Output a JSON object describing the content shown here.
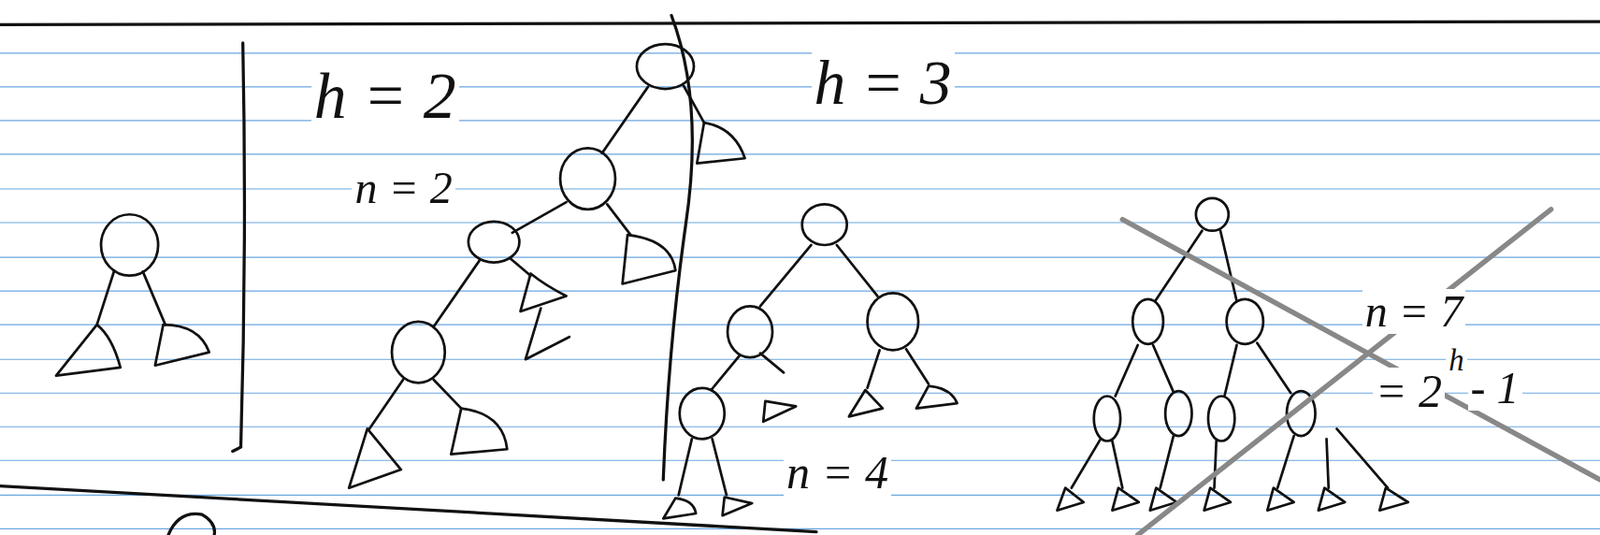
{
  "diagram": {
    "labels": [
      "h = 2",
      "n = 2",
      "h = 3",
      "n = 4",
      "n = 7",
      "= 2",
      "h",
      "- 1"
    ]
  }
}
